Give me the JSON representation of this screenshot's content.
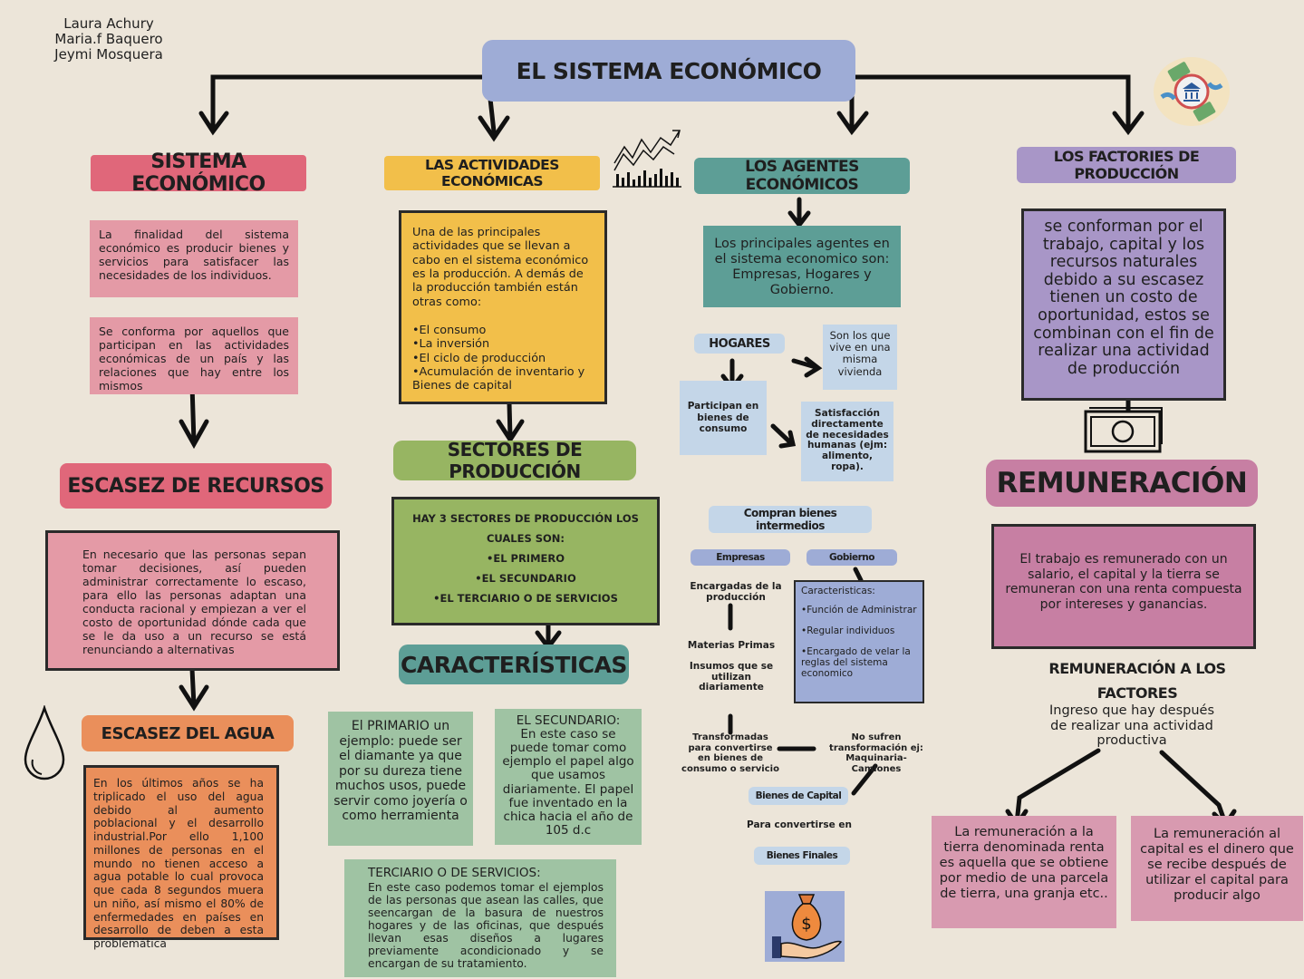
{
  "authors": [
    "Laura Achury",
    "Maria.f Baquero",
    "Jeymi Mosquera"
  ],
  "main_title": "EL SISTEMA ECONÓMICO",
  "col1": {
    "title": "SISTEMA ECONÓMICO",
    "p1": "La finalidad del sistema económico es producir bienes y servicios para satisfacer las necesidades de los individuos.",
    "p2": "Se conforma por aquellos que participan en las actividades económicas de un país y las relaciones que hay entre los mismos",
    "escasez_title": "ESCASEZ DE RECURSOS",
    "escasez_text": "En necesario que las personas sepan tomar decisiones, así pueden administrar correctamente lo escaso, para ello las personas adaptan una conducta racional y empiezan a ver el costo de oportunidad dónde cada que se le da uso a un recurso se está renunciando a alternativas",
    "agua_title": "ESCASEZ DEL AGUA",
    "agua_text": "En los últimos años se ha triplicado el uso del agua debido al aumento poblacional y el desarrollo industrial.Por ello 1,100 millones de personas en el mundo no tienen acceso a agua potable lo cual provoca que cada 8 segundos muera un niño, así mismo el 80% de enfermedades en países en desarrollo de deben a esta problemática"
  },
  "col2": {
    "title": "LAS ACTIVIDADES ECONÓMICAS",
    "intro": "Una de las principales actividades que se llevan a cabo en el sistema económico es la producción. A demás de la producción también están otras como:",
    "items": [
      "•El consumo",
      "•La inversión",
      "•El ciclo de producción",
      "•Acumulación de inventario y Bienes de capital"
    ],
    "sectores_title": "SECTORES DE PRODUCCIÓN",
    "sectores_lines": [
      "HAY 3 SECTORES DE PRODUCCIÓN LOS",
      "CUALES SON:",
      "•EL PRIMERO",
      "•EL SECUNDARIO",
      "•EL TERCIARIO O DE SERVICIOS"
    ],
    "carac_title": "CARACTERÍSTICAS",
    "primario": "El PRIMARIO un ejemplo: puede ser el diamante ya que por su dureza tiene muchos usos, puede servir como joyería o como herramienta",
    "secundario_title": "EL SECUNDARIO:",
    "secundario": "En este caso se puede tomar como ejemplo el papel algo que usamos diariamente. El papel fue inventado en la chica hacia el año de 105 d.c",
    "terciario_title": "TERCIARIO O DE SERVICIOS:",
    "terciario": "En este caso podemos tomar el ejemplos de las personas que asean las calles, que seencargan de la basura de nuestros hogares y de las oficinas, que después llevan esas diseños a lugares previamente acondicionado y se encargan de su tratamiento."
  },
  "col3": {
    "title": "LOS AGENTES ECONÓMICOS",
    "principales": "Los principales agentes en el sistema economico son: Empresas, Hogares y Gobierno.",
    "hogares": "HOGARES",
    "son_los_que": "Son los que vive en una misma vivienda",
    "participan": "Participan en bienes de consumo",
    "satisfaccion": "Satisfacción directamente de necesidades humanas (ejm: alimento, ropa).",
    "compran": "Compran bienes intermedios",
    "empresas": "Empresas",
    "gobierno": "Gobierno",
    "encargadas": "Encargadas de la producción",
    "caracteristicas_title": "Caracteristicas:",
    "caracteristicas": [
      "•Función de Administrar",
      "•Regular individuos",
      "•Encargado de velar la reglas del sistema economico"
    ],
    "materias": "Materias Primas",
    "insumos": "Insumos que se utilizan diariamente",
    "transformadas": "Transformadas para convertirse en bienes de consumo o servicio",
    "no_sufren": "No sufren transformación ej: Maquinaria-Camiones",
    "bienes_capital": "Bienes de Capital",
    "para_convertirse": "Para convertirse en",
    "bienes_finales": "Bienes Finales"
  },
  "col4": {
    "title": "LOS FACTORIES DE PRODUCCIÓN",
    "text": "se conforman por el trabajo, capital y los recursos naturales debido a su escasez tienen un costo de oportunidad, estos se combinan con el fin de realizar una actividad de producción",
    "remun_title": "REMUNERACIÓN",
    "remun_text": "El trabajo es remunerado con un salario, el capital y la tierra se remuneran con una renta compuesta por intereses y ganancias.",
    "remun_factores_title": "REMUNERACIÓN A LOS FACTORES",
    "remun_factores_text": "Ingreso que hay después de realizar una actividad productiva",
    "tierra": "La remuneración a la tierra denominada renta es aquella que se obtiene por medio de una parcela de tierra, una granja etc..",
    "capital": "La remuneración al capital es el dinero que se recibe después de utilizar el capital para producir algo"
  },
  "colors": {
    "bg": "#ece5d9",
    "blue": "#9eacd6",
    "red": "#e0677a",
    "pink": "#e49aa6",
    "yellow": "#f2bf4a",
    "green": "#97b562",
    "teal": "#5d9e96",
    "mint": "#9fc3a3",
    "sky": "#c4d6e8",
    "purple": "#a896c7",
    "orange": "#ea8f5b",
    "mauve": "#c77fa3",
    "rose": "#d89ab0"
  }
}
